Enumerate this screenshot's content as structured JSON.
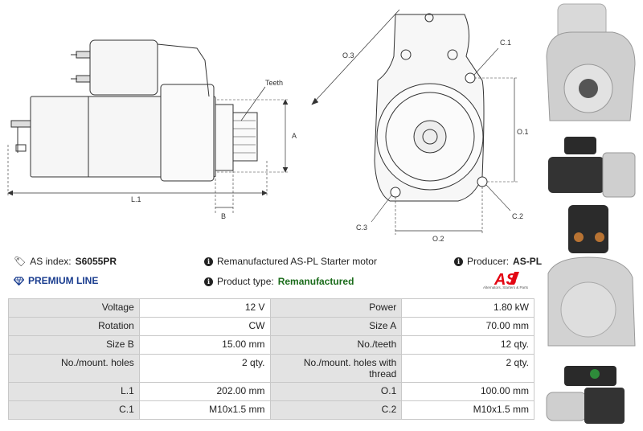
{
  "drawing": {
    "labels": {
      "teeth": "Teeth",
      "a": "A",
      "b": "B",
      "l1": "L.1",
      "o1": "O.1",
      "o2": "O.2",
      "o3": "O.3",
      "c1": "C.1",
      "c2": "C.2",
      "c3": "C.3"
    }
  },
  "info": {
    "as_index_label": "AS index:",
    "as_index_value": "S6055PR",
    "description": "Remanufactured AS-PL Starter motor",
    "producer_label": "Producer:",
    "producer_value": "AS-PL",
    "premium": "PREMIUM LINE",
    "product_type_label": "Product type:",
    "product_type_value": "Remanufactured",
    "product_type_color": "#1a6b1a",
    "brand_logo_text": "AS",
    "brand_logo_color": "#e30613",
    "brand_tagline": "Alternators, Starters & Parts"
  },
  "specs": [
    {
      "l1": "Voltage",
      "v1": "12 V",
      "l2": "Power",
      "v2": "1.80 kW"
    },
    {
      "l1": "Rotation",
      "v1": "CW",
      "l2": "Size A",
      "v2": "70.00 mm"
    },
    {
      "l1": "Size B",
      "v1": "15.00 mm",
      "l2": "No./teeth",
      "v2": "12 qty."
    },
    {
      "l1": "No./mount. holes",
      "v1": "2 qty.",
      "l2": "No./mount. holes with thread",
      "v2": "2 qty."
    },
    {
      "l1": "L.1",
      "v1": "202.00 mm",
      "l2": "O.1",
      "v2": "100.00 mm"
    },
    {
      "l1": "C.1",
      "v1": "M10x1.5 mm",
      "l2": "C.2",
      "v2": "M10x1.5 mm"
    }
  ]
}
